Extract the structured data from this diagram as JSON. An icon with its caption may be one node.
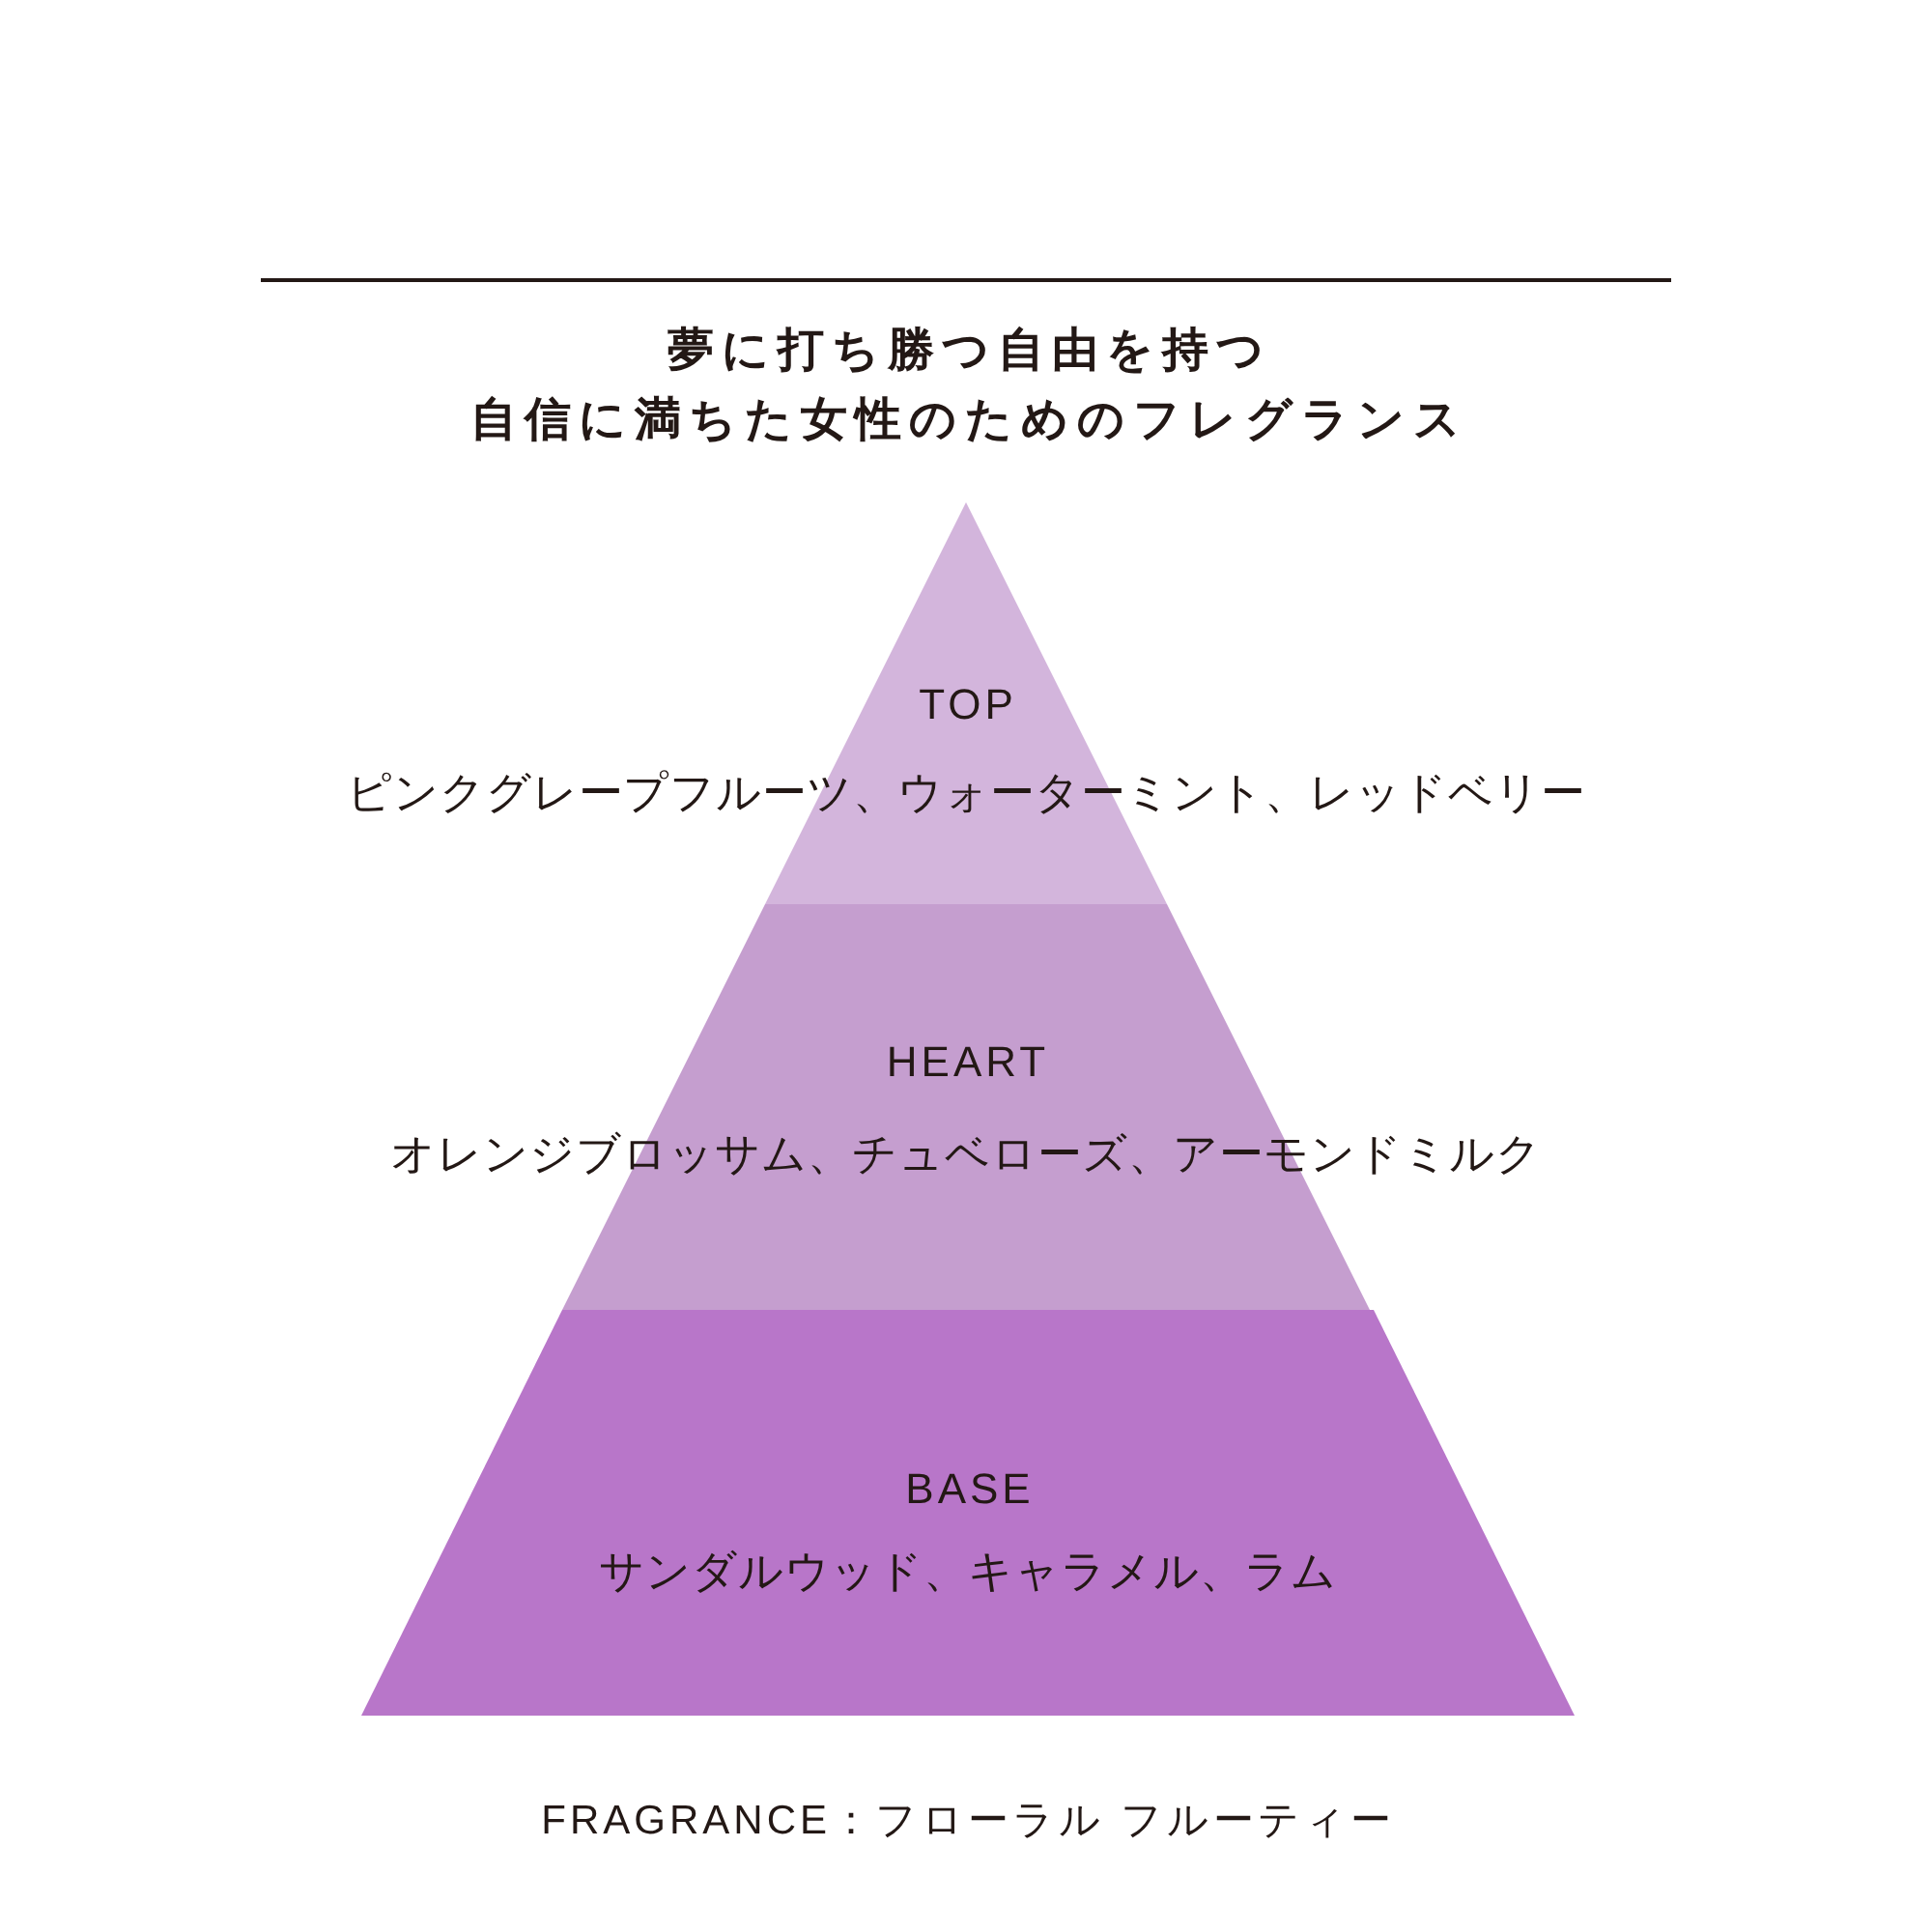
{
  "diagram": {
    "nodes": [
      {
        "text": [
          "TOP",
          "ピンクグレープフルーツ、ウォーターミント、レッドベリー"
        ]
      },
      {
        "text": [
          "HEART",
          "オレンジブロッサム、チュベローズ、アーモンドミルク"
        ]
      },
      {
        "text": [
          "BASE",
          "サンダルウッド、キャラメル、ラム"
        ]
      }
    ],
    "labels": [
      "夢に打ち勝つ自由を持つ自信に満ちた女性のためのフレグランス",
      "FRAGRANCE：フローラル フルーティー"
    ]
  }
}
